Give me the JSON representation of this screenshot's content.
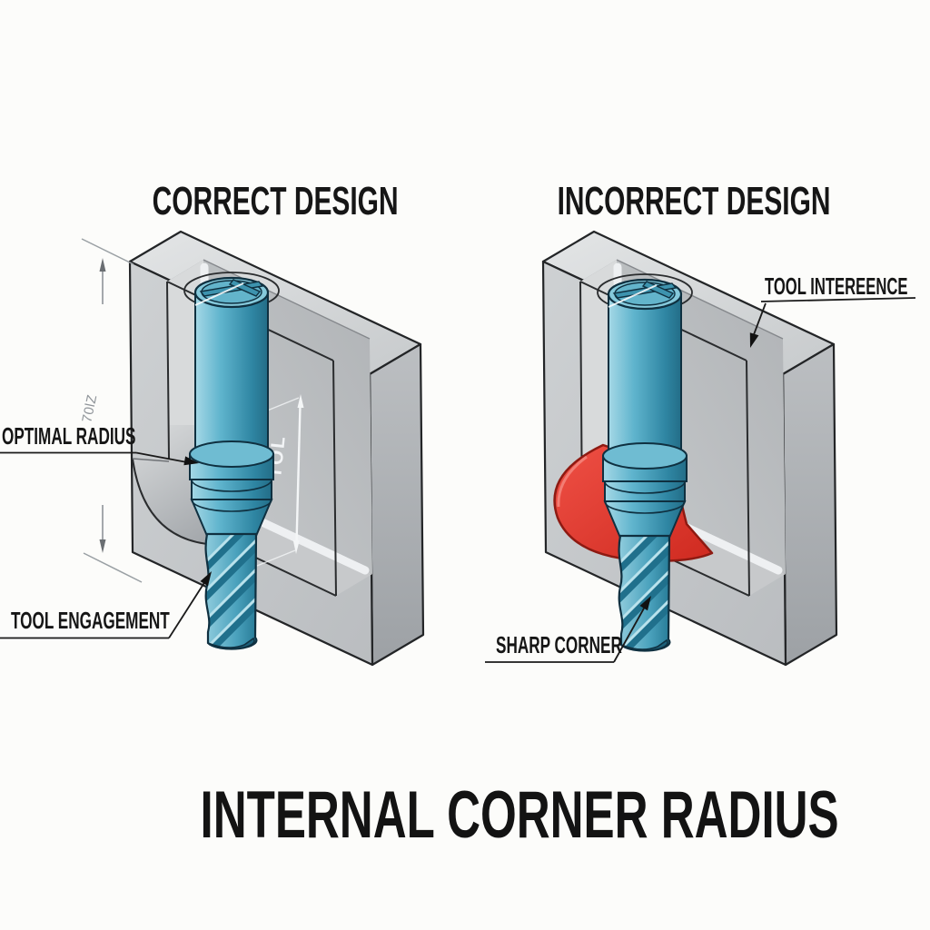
{
  "figure": {
    "headers": {
      "left": "CORRECT DESIGN",
      "right": "INCORRECT DESIGN"
    },
    "callouts": {
      "optimal_radius": "OPTIMAL RADIUS",
      "tool_engagement": "TOOL ENGAGEMENT",
      "tool_interference": "TOOL INTEREENCE",
      "sharp_corner": "SHARP CORNER"
    },
    "dimensions": {
      "pocket_depth": "70lZ",
      "tool_length": "TOL"
    },
    "caption": "INTERNAL CORNER RADIUS",
    "colors": {
      "background": "#fcfcfa",
      "tool_teal": "#55aec8",
      "tool_teal_dark": "#2f86a3",
      "interference_red": "#e23b30",
      "block_gray": "#c5c8cb",
      "block_gray_dark": "#9da1a5",
      "outline": "#232527",
      "dim_gray": "#9aa0a4",
      "dim_white": "#f4f6f7",
      "text": "#161616"
    }
  }
}
